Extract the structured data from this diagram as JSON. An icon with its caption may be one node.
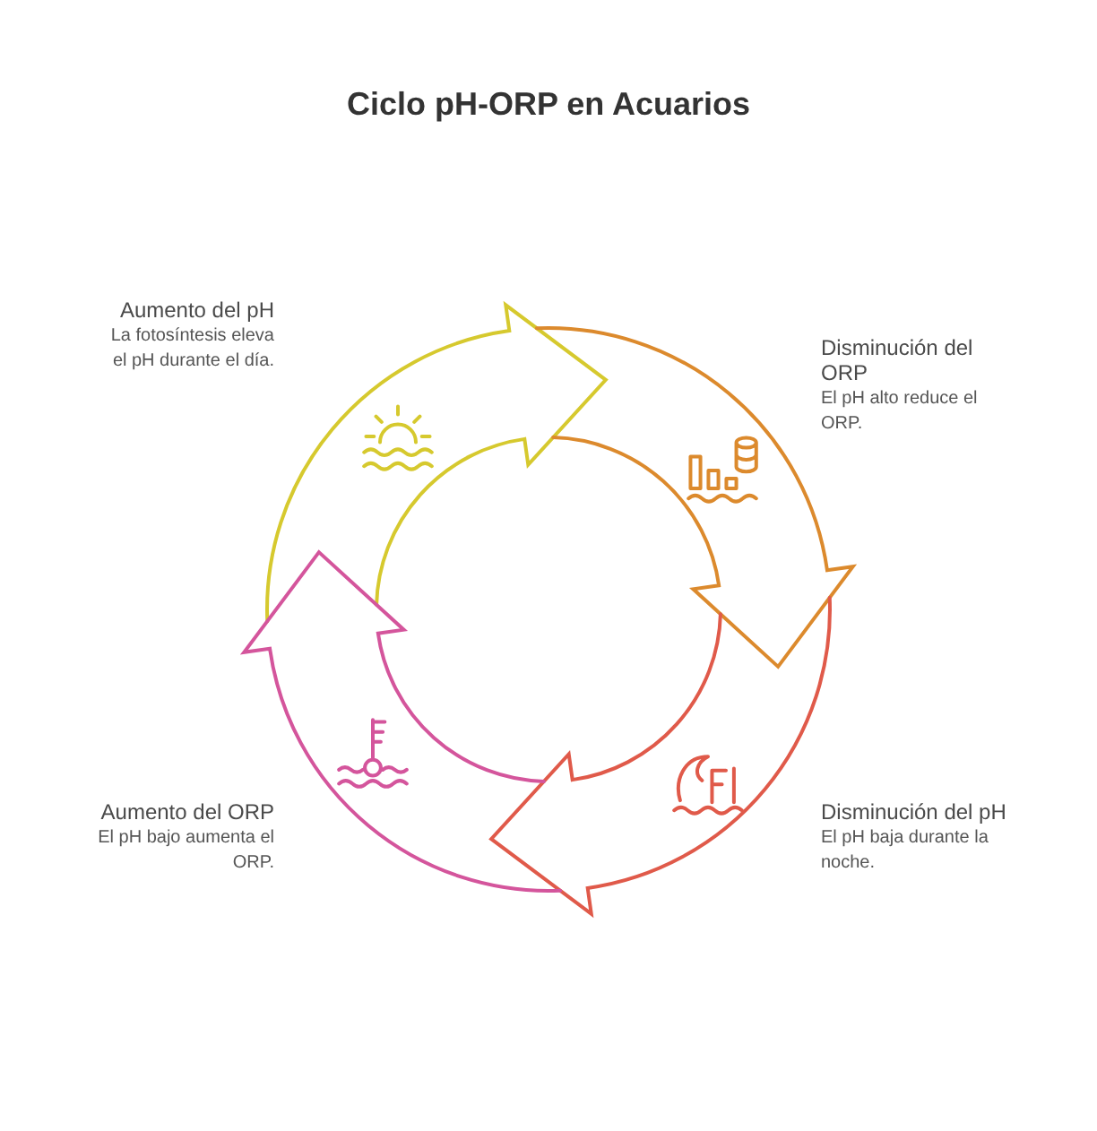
{
  "diagram": {
    "title": "Ciclo pH-ORP en Acuarios",
    "nodes": [
      {
        "text": [],
        "shape": "arrow",
        "beside": [
          "Aumento del pH",
          "La fotosíntesis eleva el pH durante el día."
        ]
      },
      {
        "text": [],
        "shape": "arrow",
        "beside": [
          "Disminución del ORP",
          "El pH alto reduce el ORP."
        ]
      },
      {
        "text": [],
        "shape": "arrow",
        "beside": [
          "Disminución del pH",
          "El pH baja durante la noche."
        ]
      },
      {
        "text": [],
        "shape": "arrow",
        "beside": [
          "Aumento del ORP",
          "El pH bajo aumenta el ORP."
        ]
      }
    ]
  }
}
